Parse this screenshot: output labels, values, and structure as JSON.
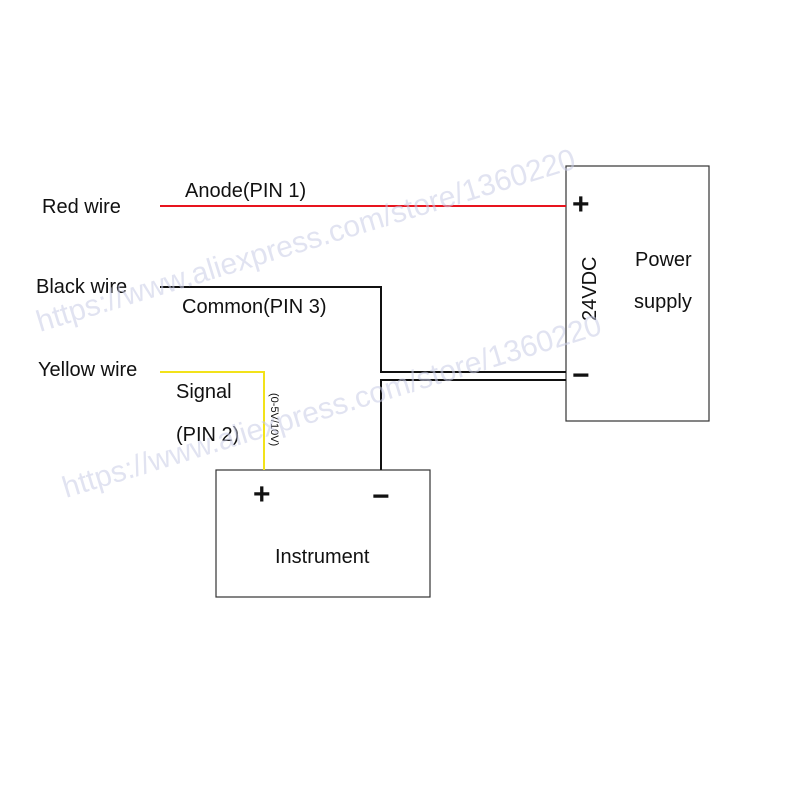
{
  "labels": {
    "red_wire": "Red wire",
    "black_wire": "Black wire",
    "yellow_wire": "Yellow wire",
    "anode": "Anode(PIN 1)",
    "common": "Common(PIN 3)",
    "signal": "Signal",
    "signal_pin": "(PIN 2)",
    "signal_range": "(0-5V/10V)"
  },
  "power_supply": {
    "voltage": "24VDC",
    "title_line1": "Power",
    "title_line2": "supply",
    "plus": "+",
    "minus": "−"
  },
  "instrument": {
    "title": "Instrument",
    "plus": "+",
    "minus": "−"
  },
  "watermarks": [
    "https://www.aliexpress.com/store/1360220",
    "https://www.aliexpress.com/store/1360220"
  ],
  "colors": {
    "red_wire": "#e8141e",
    "black_wire": "#111111",
    "yellow_wire": "#f2e21a",
    "box_border": "#333333"
  }
}
